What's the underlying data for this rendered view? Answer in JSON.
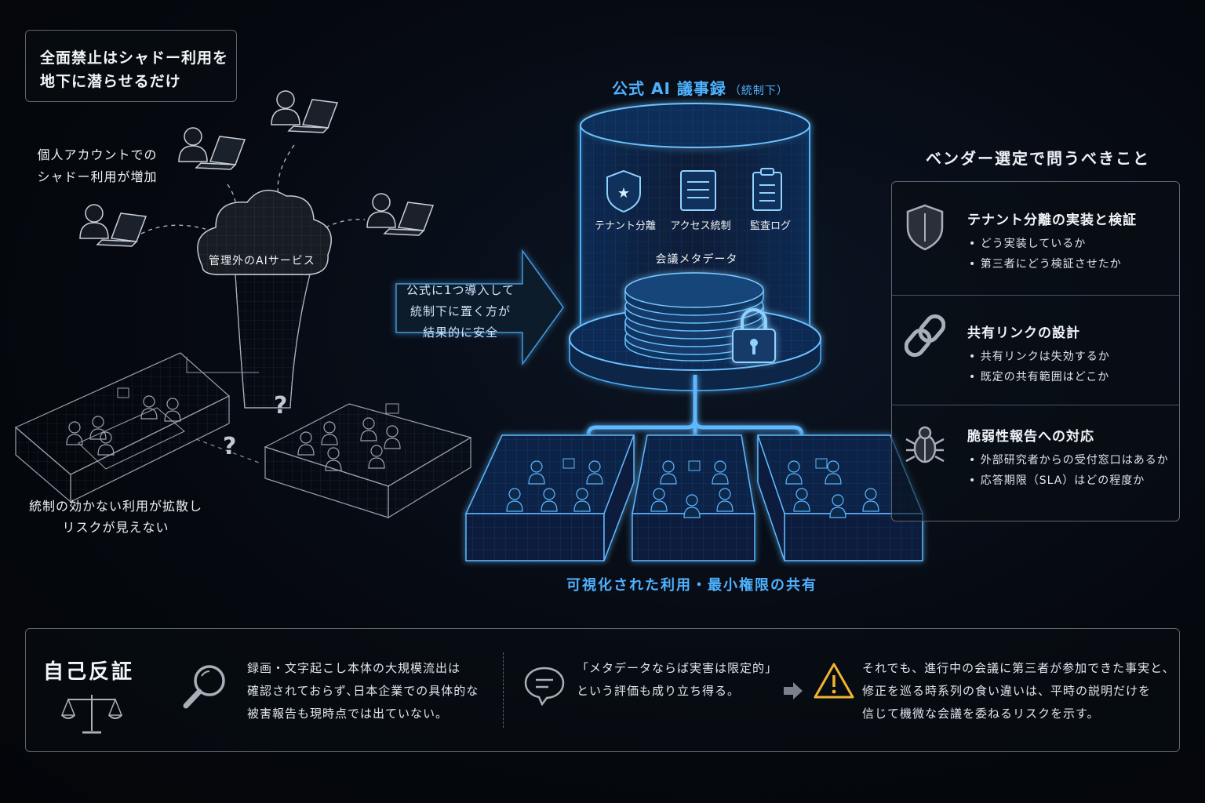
{
  "left": {
    "banner_line1": "全面禁止はシャドー利用を",
    "banner_line2": "地下に潜らせるだけ",
    "shadow_line1": "個人アカウントでの",
    "shadow_line2": "シャドー利用が増加",
    "cloud_label": "管理外のAIサービス",
    "risk_line1": "統制の効かない利用が拡散し",
    "risk_line2": "リスクが見えない",
    "question_mark": "?"
  },
  "arrow": {
    "line1": "公式に1つ導入して",
    "line2": "統制下に置く方が",
    "line3": "結果的に安全"
  },
  "center": {
    "title_main": "公式 AI 議事録",
    "title_sub": "（統制下）",
    "feature_1": "テナント分離",
    "feature_2": "アクセス統制",
    "feature_3": "監査ログ",
    "metadata_label": "会議メタデータ",
    "bottom_caption": "可視化された利用・最小権限の共有"
  },
  "vendor": {
    "heading": "ベンダー選定で問うべきこと",
    "sections": [
      {
        "title": "テナント分離の実装と検証",
        "bullets": [
          "• どう実装しているか",
          "• 第三者にどう検証させたか"
        ]
      },
      {
        "title": "共有リンクの設計",
        "bullets": [
          "• 共有リンクは失効するか",
          "• 既定の共有範囲はどこか"
        ]
      },
      {
        "title": "脆弱性報告への対応",
        "bullets": [
          "• 外部研究者からの受付窓口はあるか",
          "• 応答期限（SLA）はどの程度か"
        ]
      }
    ]
  },
  "reflection": {
    "heading": "自己反証",
    "block1": [
      "録画・文字起こし本体の大規模流出は",
      "確認されておらず､日本企業での具体的な",
      "被害報告も現時点では出ていない。"
    ],
    "block2": [
      "「メタデータならば実害は限定的」",
      "という評価も成り立ち得る。"
    ],
    "block3": [
      "それでも、進行中の会議に第三者が参加できた事実と、",
      "修正を巡る時系列の食い違いは、平時の説明だけを",
      "信じて機微な会議を委ねるリスクを示す。"
    ]
  },
  "colors": {
    "accent_blue": "#4fb2ff",
    "warning_yellow": "#f2b233",
    "panel_border": "#5d6470"
  }
}
